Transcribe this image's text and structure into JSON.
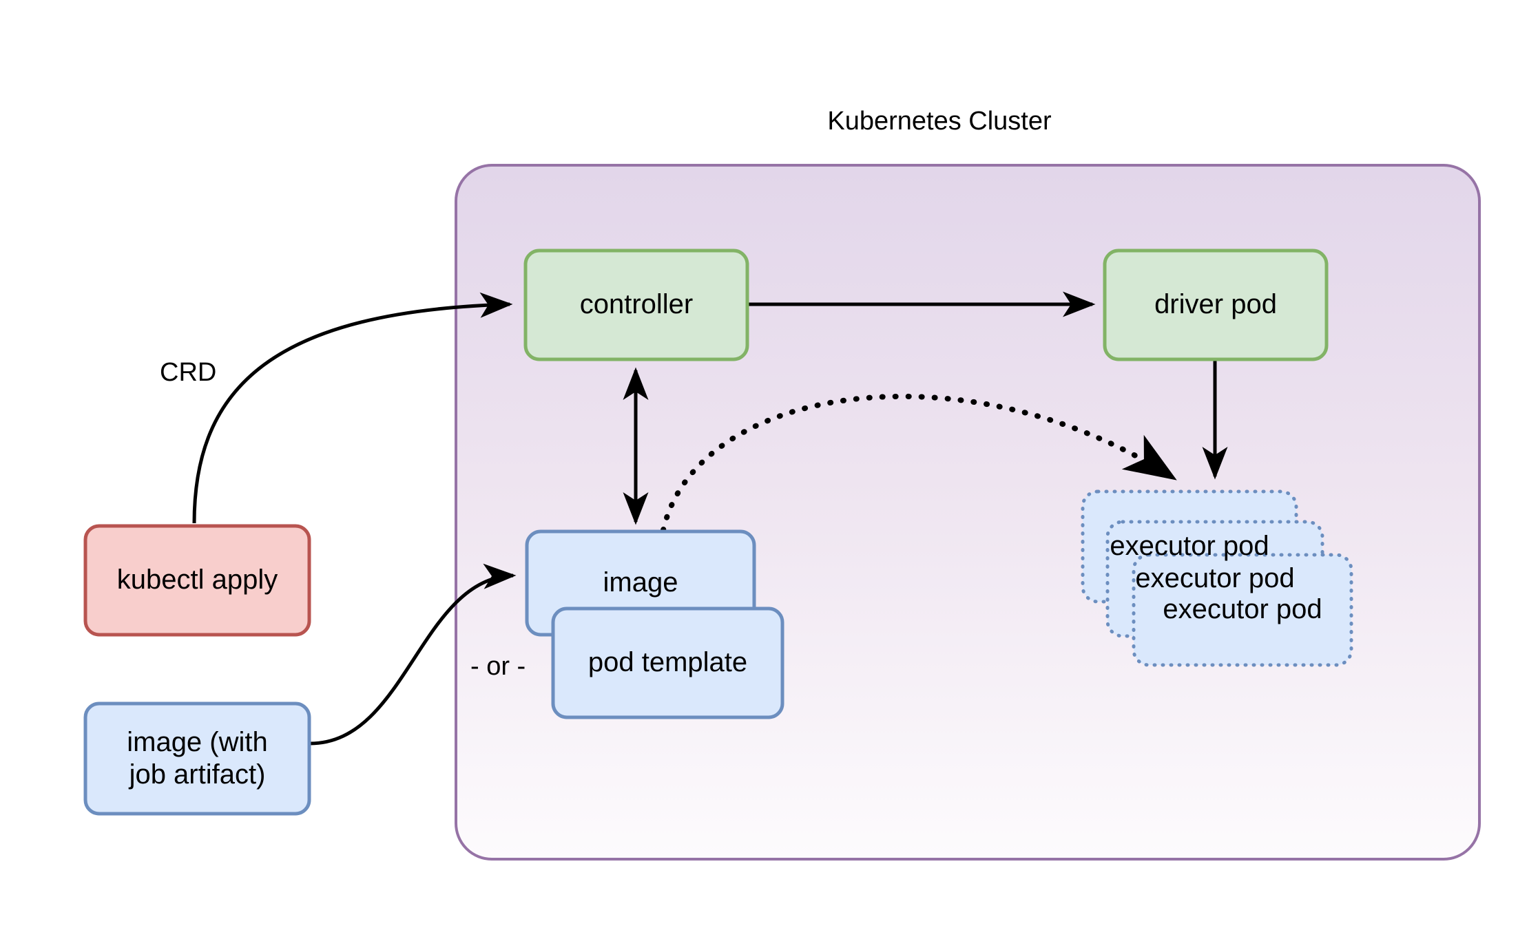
{
  "diagram": {
    "title": "Kubernetes Cluster",
    "cluster": {
      "label": "Kubernetes Cluster",
      "border_color": "#9673a6",
      "fill_top": "#e1d5e7",
      "fill_bottom": "#fdfbfd"
    },
    "nodes": [
      {
        "id": "kubectl-apply",
        "label": "kubectl apply",
        "fill": "#f8cecc",
        "stroke": "#b85450",
        "style": "solid"
      },
      {
        "id": "image-with-job-artifact",
        "label": "image (with\njob artifact)",
        "fill": "#dae8fc",
        "stroke": "#6c8ebf",
        "style": "solid"
      },
      {
        "id": "controller",
        "label": "controller",
        "fill": "#d5e8d4",
        "stroke": "#82b366",
        "style": "solid"
      },
      {
        "id": "driver-pod",
        "label": "driver pod",
        "fill": "#d5e8d4",
        "stroke": "#82b366",
        "style": "solid"
      },
      {
        "id": "image",
        "label": "image",
        "fill": "#dae8fc",
        "stroke": "#6c8ebf",
        "style": "solid"
      },
      {
        "id": "pod-template",
        "label": "pod template",
        "fill": "#dae8fc",
        "stroke": "#6c8ebf",
        "style": "solid"
      },
      {
        "id": "executor-pod-back",
        "label": "executor pod",
        "fill": "#dae8fc",
        "stroke": "#6c8ebf",
        "style": "dotted"
      },
      {
        "id": "executor-pod-middle",
        "label": "executor pod",
        "fill": "#dae8fc",
        "stroke": "#6c8ebf",
        "style": "dotted"
      },
      {
        "id": "executor-pod-front",
        "label": "executor pod",
        "fill": "#dae8fc",
        "stroke": "#6c8ebf",
        "style": "dotted"
      }
    ],
    "edges": [
      {
        "id": "kubectl-to-controller",
        "label": "CRD",
        "from": "kubectl-apply",
        "to": "controller",
        "style": "solid",
        "arrow": "single"
      },
      {
        "id": "controller-to-driver",
        "label": "",
        "from": "controller",
        "to": "driver-pod",
        "style": "solid",
        "arrow": "single"
      },
      {
        "id": "controller-image",
        "label": "",
        "from": "controller",
        "to": "image",
        "style": "solid",
        "arrow": "double"
      },
      {
        "id": "image-artifact-to-image",
        "label": "- or -",
        "from": "image-with-job-artifact",
        "to": "image",
        "style": "solid",
        "arrow": "single"
      },
      {
        "id": "image-to-executors",
        "label": "",
        "from": "image",
        "to": "executor-pod-back",
        "style": "dotted",
        "arrow": "single"
      },
      {
        "id": "driver-to-executors",
        "label": "",
        "from": "driver-pod",
        "to": "executor-pod-back",
        "style": "solid",
        "arrow": "single"
      }
    ]
  }
}
